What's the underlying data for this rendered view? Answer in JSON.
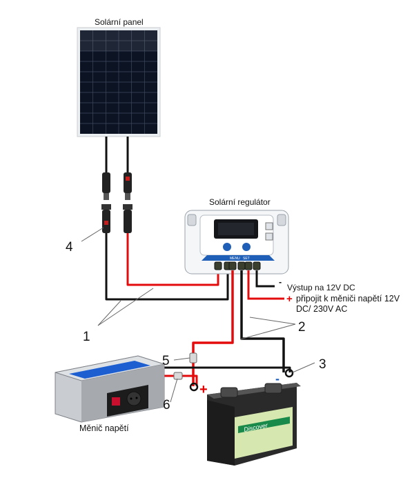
{
  "labels": {
    "solar_panel": "Solární panel",
    "regulator": "Solární regulátor",
    "inverter": "Měnič napětí",
    "out_minus": "-",
    "out_12v": "Výstup na 12V DC",
    "out_plus": "+",
    "out_inverter_line1": "připojit k měniči napětí 12V",
    "out_inverter_line2": "DC/ 230V AC",
    "battery_plus": "+",
    "battery_minus": "-"
  },
  "regulator_text": {
    "menu": "MENU",
    "set": "SET"
  },
  "battery_text": {
    "brand": "Discover"
  },
  "callouts": [
    "1",
    "2",
    "3",
    "4",
    "5",
    "6"
  ],
  "colors": {
    "wire_red": "#e30b0b",
    "wire_black": "#111111",
    "panel_cell": "#0c1424",
    "regulator_blue": "#1f5fb8",
    "battery_body": "#2a2a2a",
    "battery_label": "#d6e8b0",
    "inverter_blue": "#1d5fd0"
  }
}
